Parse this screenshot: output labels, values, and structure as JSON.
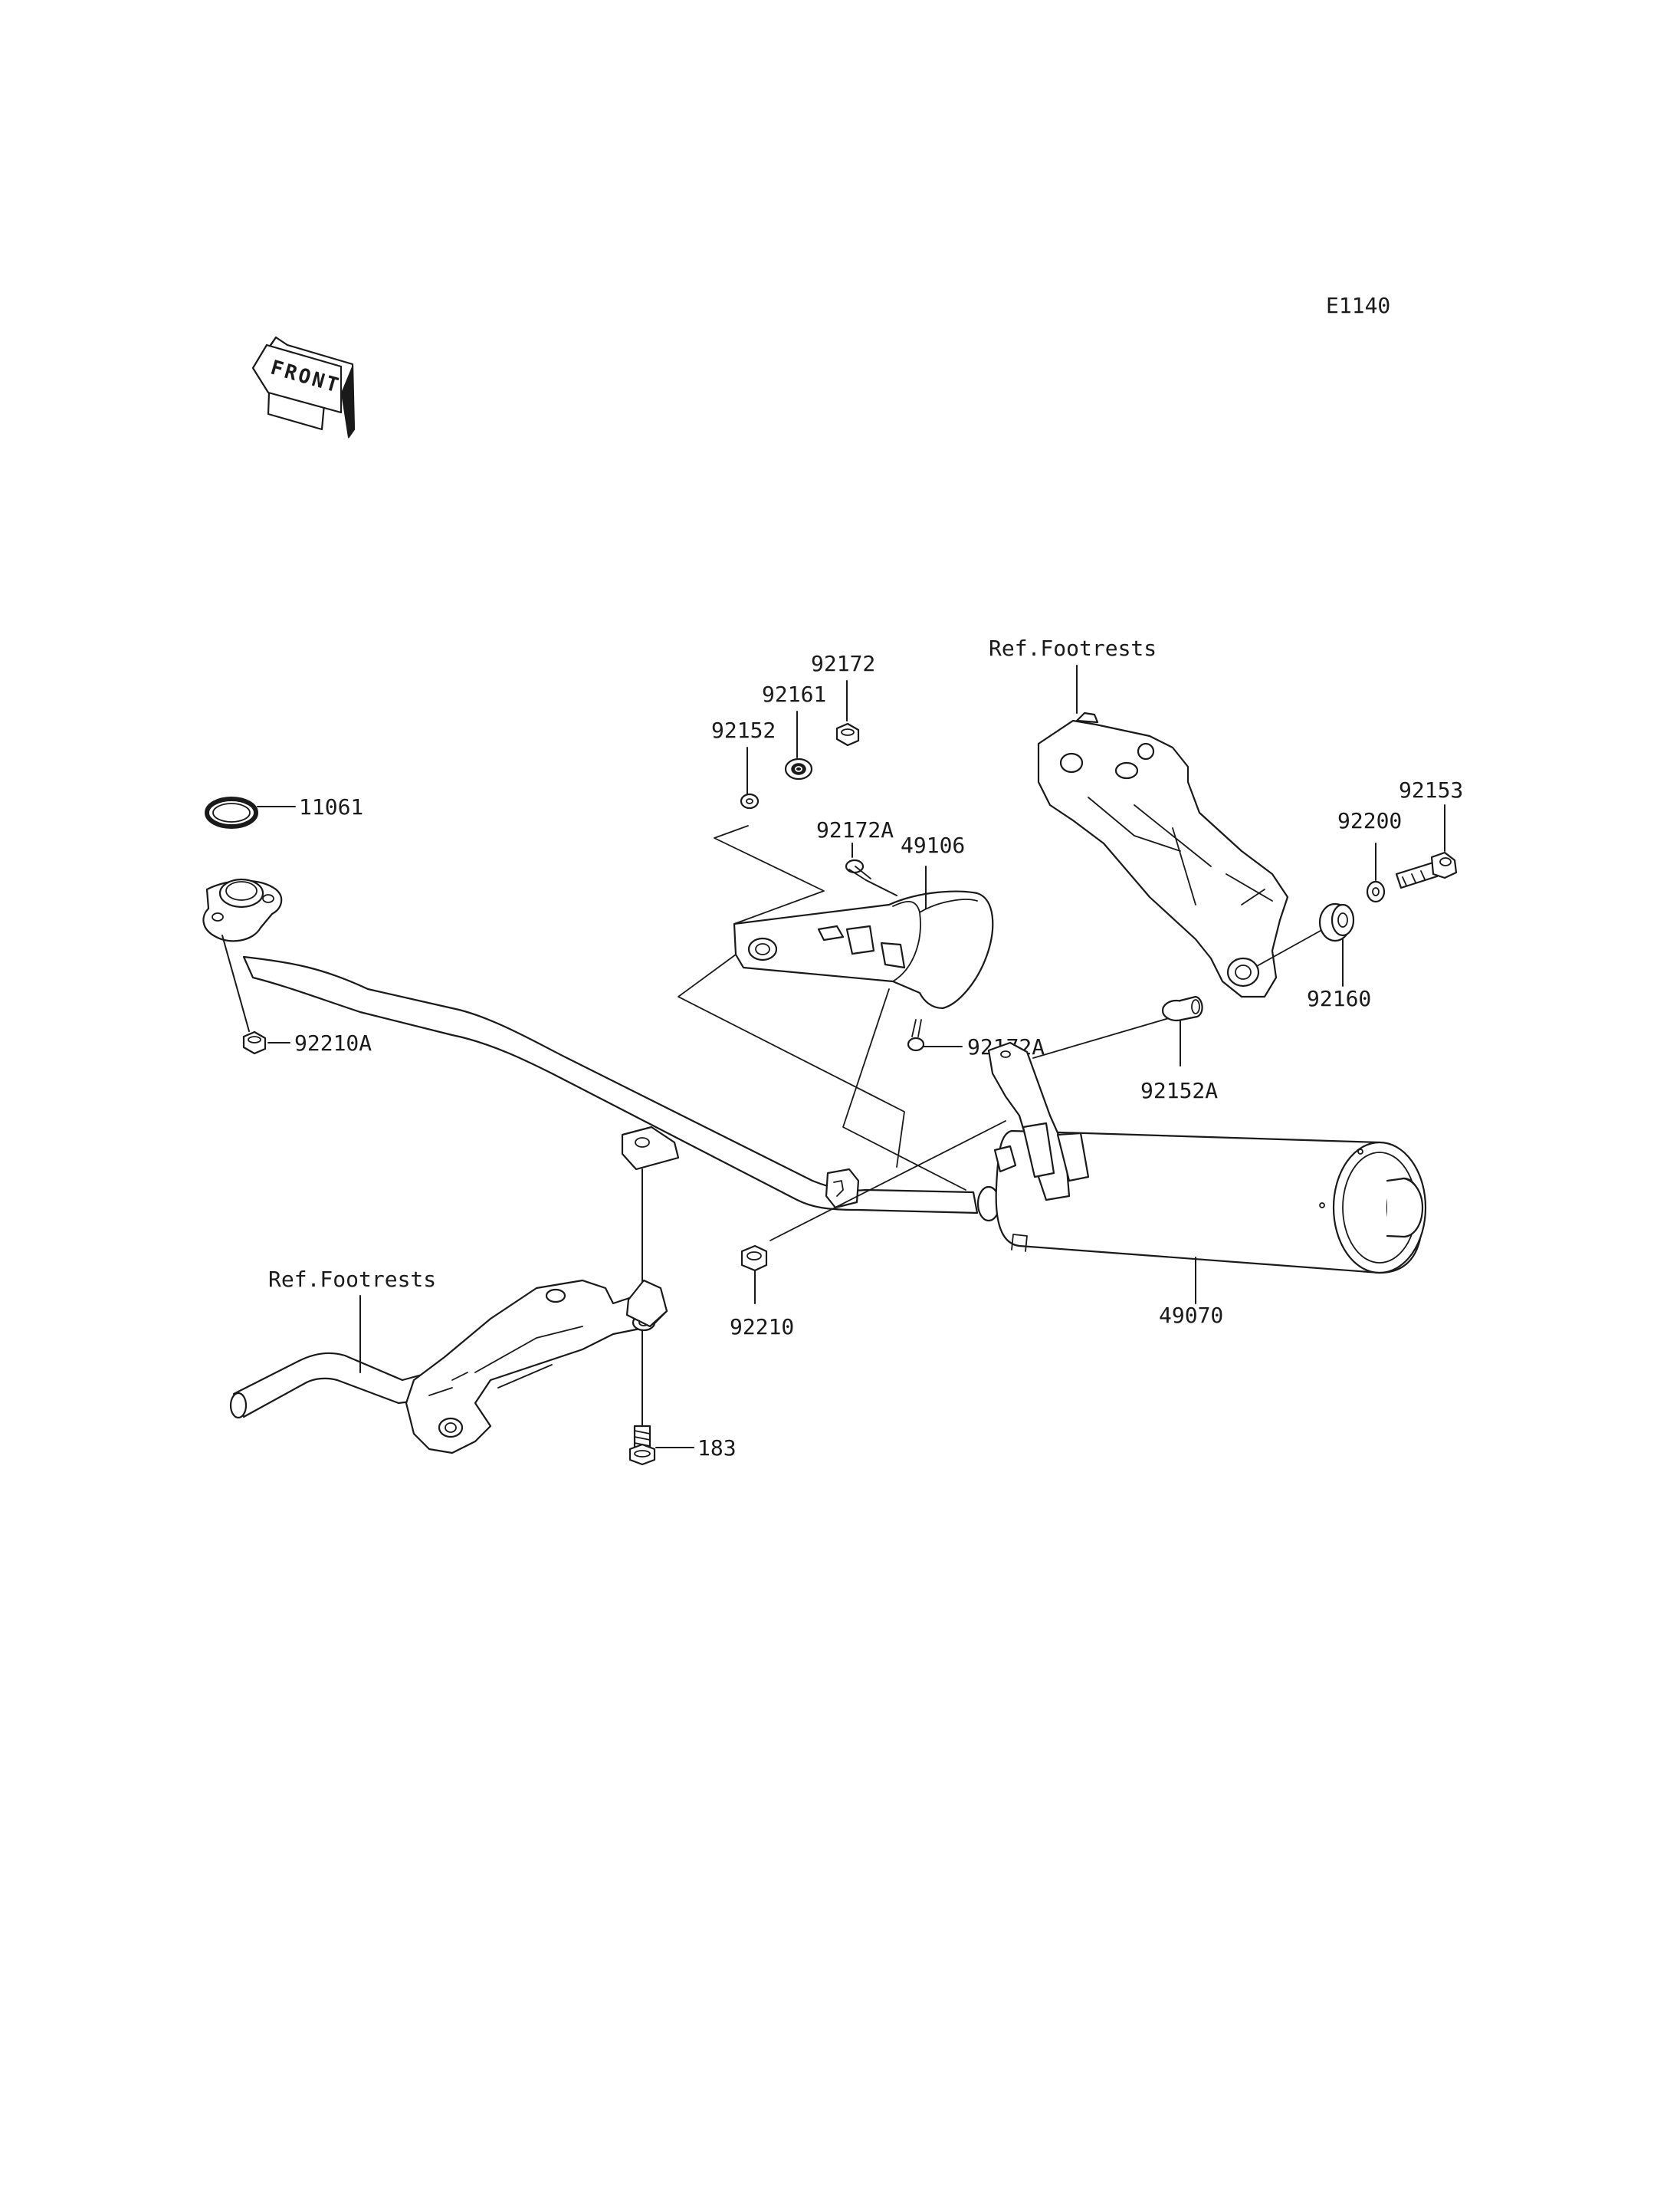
{
  "diagram_code": "E1140",
  "front_badge": "FRONT",
  "callouts": {
    "c92172": "92172",
    "c92161": "92161",
    "c92152": "92152",
    "c92172A_top": "92172A",
    "c49106": "49106",
    "ref_footrests_top": "Ref.Footrests",
    "c92153": "92153",
    "c92200": "92200",
    "c92160": "92160",
    "c11061": "11061",
    "c92210A": "92210A",
    "c92172A_bottom": "92172A",
    "c92152A": "92152A",
    "c92210": "92210",
    "c49070": "49070",
    "ref_footrests_bottom": "Ref.Footrests",
    "c183": "183"
  }
}
